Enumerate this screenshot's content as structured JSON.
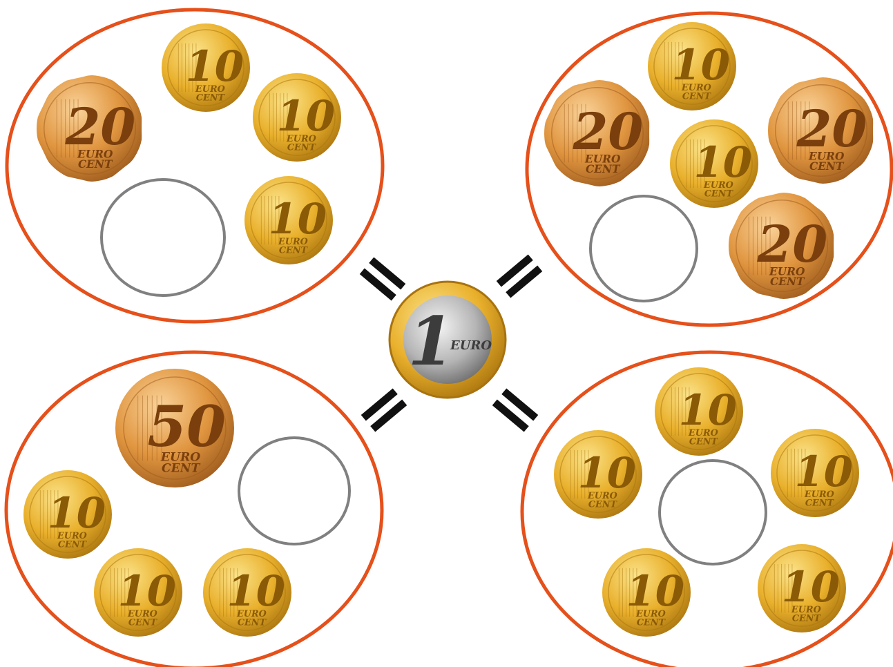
{
  "colors": {
    "group_border": "#e5501b",
    "empty_slot_border": "#808080",
    "equals_sign": "#111111",
    "gold_light": "#fbe38a",
    "gold_mid": "#e9b02c",
    "gold_dark": "#a8730e",
    "copper_light": "#fad39a",
    "copper_mid": "#e0953f",
    "copper_dark": "#9c5a1c",
    "silver_light": "#f4f4f4",
    "silver_mid": "#b5b5b5",
    "silver_dark": "#6e6e6e"
  },
  "center_coin": {
    "value": "1",
    "label": "EURO",
    "icon": "one-euro-coin-icon"
  },
  "equals_symbol_icon": "equals-sign-icon",
  "coin_unit_top": "EURO",
  "coin_unit_bottom": "CENT",
  "groups": [
    {
      "id": "top-left",
      "coins": [
        "20",
        "10",
        "10",
        "10"
      ],
      "empty_slots": 1
    },
    {
      "id": "top-right",
      "coins": [
        "20",
        "10",
        "10",
        "20",
        "20"
      ],
      "empty_slots": 1
    },
    {
      "id": "bottom-left",
      "coins": [
        "50",
        "10",
        "10",
        "10"
      ],
      "empty_slots": 1
    },
    {
      "id": "bottom-right",
      "coins": [
        "10",
        "10",
        "10",
        "10",
        "10"
      ],
      "empty_slots": 1
    }
  ]
}
